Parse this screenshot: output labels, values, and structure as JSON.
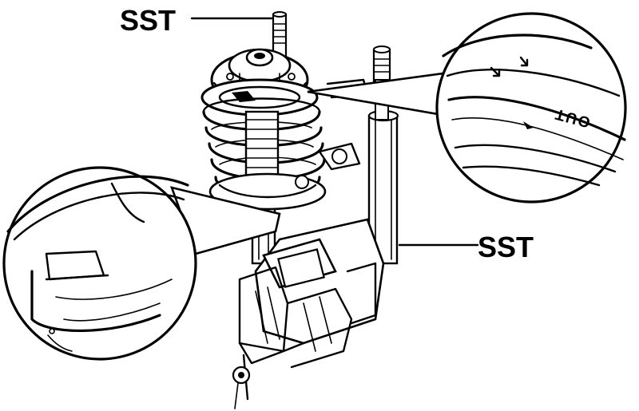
{
  "labels": {
    "sst_top": "SST",
    "sst_right": "SST"
  },
  "detail_callout": {
    "marking_text": "OUT"
  },
  "colors": {
    "ink": "#000000",
    "paper": "#ffffff"
  }
}
